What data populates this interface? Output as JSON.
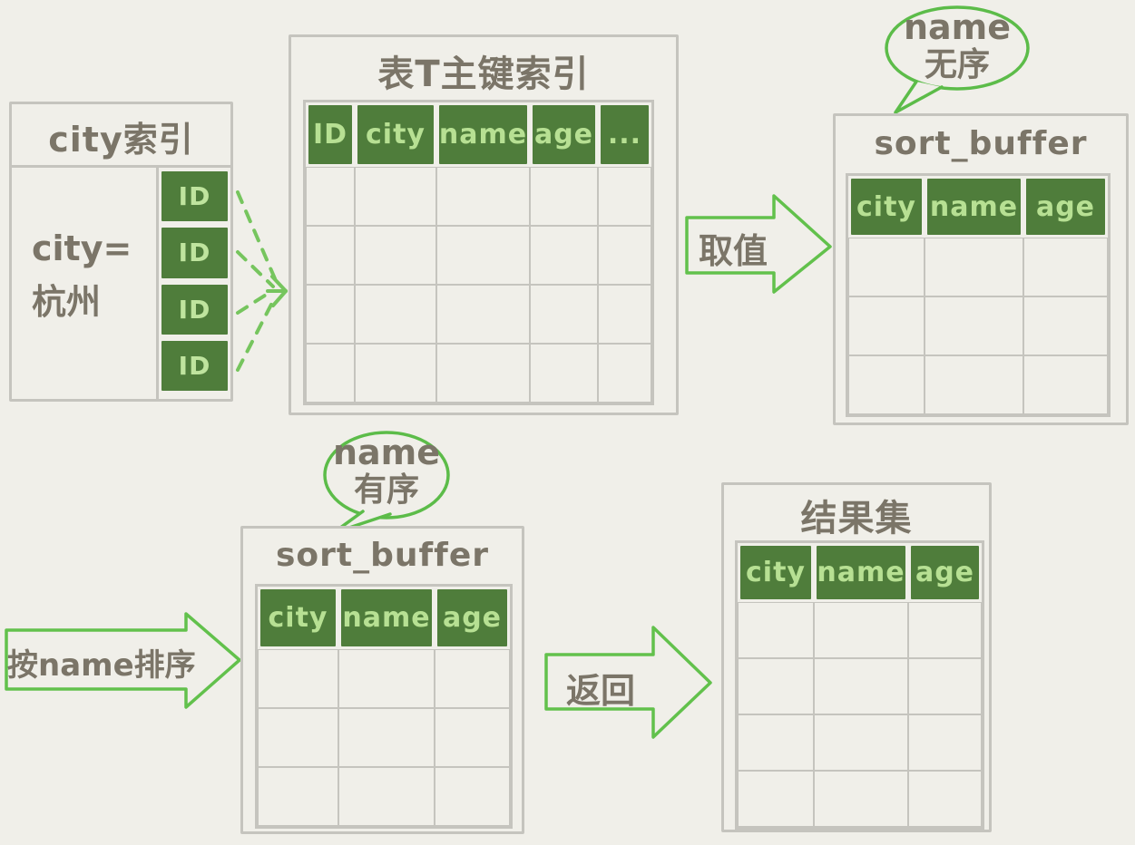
{
  "palette": {
    "background": "#f0efe9",
    "table_border": "#c5c4be",
    "header_fill_green": "#4f7d3b",
    "header_text_green": "#b7e093",
    "label_text_gray": "#7b7568",
    "accent_arrow_green": "#62c14c",
    "dashed_line_green": "#76c55e"
  },
  "city_index": {
    "title": "city索引",
    "condition_line1": "city=",
    "condition_line2": "杭州",
    "id_cells": [
      "ID",
      "ID",
      "ID",
      "ID"
    ]
  },
  "primary_key_index": {
    "title": "表T主键索引",
    "columns": [
      "ID",
      "city",
      "name",
      "age",
      "..."
    ],
    "empty_rows": 4
  },
  "sort_buffer_unordered": {
    "title": "sort_buffer",
    "bubble": [
      "name",
      "无序"
    ],
    "columns": [
      "city",
      "name",
      "age"
    ],
    "empty_rows": 3
  },
  "sort_buffer_ordered": {
    "title": "sort_buffer",
    "bubble": [
      "name",
      "有序"
    ],
    "columns": [
      "city",
      "name",
      "age"
    ],
    "empty_rows": 3
  },
  "result_set": {
    "title": "结果集",
    "columns": [
      "city",
      "name",
      "age"
    ],
    "empty_rows": 4
  },
  "arrows": {
    "fetch_label": "取值",
    "sort_label": "按name排序",
    "return_label": "返回"
  }
}
